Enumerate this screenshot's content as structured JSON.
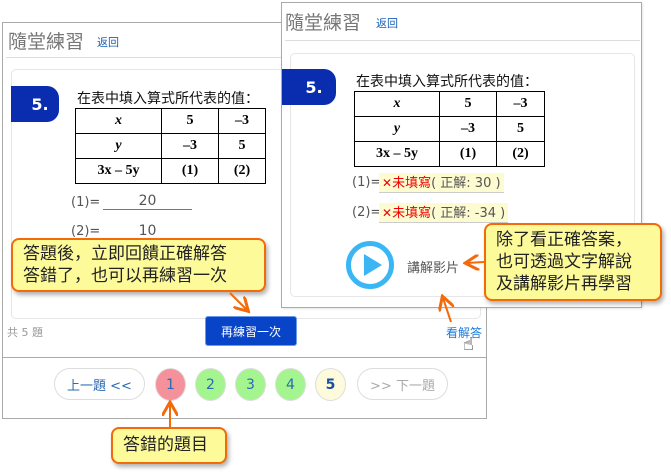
{
  "app_title": "隨堂練習",
  "back_link": "返回",
  "question": {
    "number": "5.",
    "prompt": "在表中填入算式所代表的值：",
    "table": [
      [
        "x",
        "5",
        "–3"
      ],
      [
        "y",
        "–3",
        "5"
      ],
      [
        "3x – 5y",
        "(1)",
        "(2)"
      ]
    ]
  },
  "left_panel": {
    "answers": [
      {
        "label": "(1)=",
        "value": "20"
      },
      {
        "label": "(2)=",
        "value": "10"
      }
    ],
    "total": "共 5 題",
    "retry_button": "再練習一次",
    "view_answer": "看解答",
    "pagination": {
      "prev": "上一題 <<",
      "next": ">> 下一題",
      "pages": [
        {
          "label": "1",
          "status": "wrong",
          "color": "#f5919a"
        },
        {
          "label": "2",
          "status": "correct",
          "color": "#a4f590"
        },
        {
          "label": "3",
          "status": "correct",
          "color": "#a4f590"
        },
        {
          "label": "4",
          "status": "correct",
          "color": "#a4f590"
        },
        {
          "label": "5",
          "status": "current",
          "color": "#fdfbdc"
        }
      ]
    }
  },
  "right_panel": {
    "answers": [
      {
        "label": "(1)=",
        "status": "未填寫",
        "correct": "( 正解: 30 )"
      },
      {
        "label": "(2)=",
        "status": "未填寫",
        "correct": "( 正解: -34 )"
      }
    ],
    "video_label": "講解影片"
  },
  "callouts": {
    "feedback": [
      "答題後，立即回饋正確解答",
      "答錯了，也可以再練習一次"
    ],
    "explain": [
      "除了看正確答案，",
      "也可透過文字解說",
      "及講解影片再學習"
    ],
    "wrong_item": "答錯的題目"
  },
  "colors": {
    "accent": "#0844c8",
    "callout_border": "#f26a0a",
    "callout_bg": "#fdfa9a",
    "play": "#3ab6f5"
  }
}
